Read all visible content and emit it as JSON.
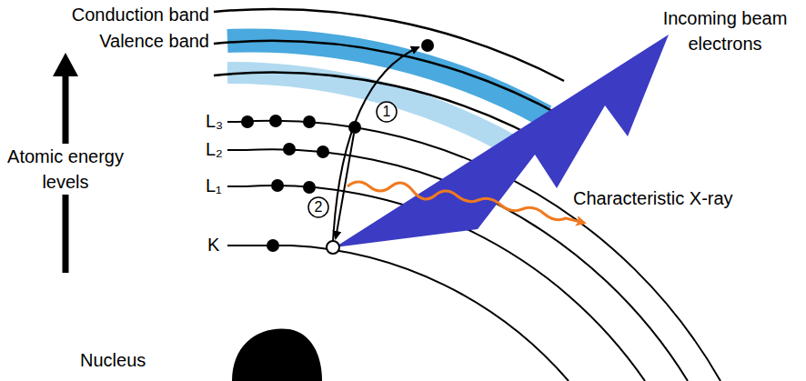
{
  "diagram": {
    "labels": [
      "Conduction band",
      "Valence band",
      "Incoming beam electrons",
      "Atomic energy levels",
      "L₃",
      "L₂",
      "L₁",
      "1",
      "2",
      "Characteristic X-ray",
      "K",
      "Nucleus"
    ]
  }
}
